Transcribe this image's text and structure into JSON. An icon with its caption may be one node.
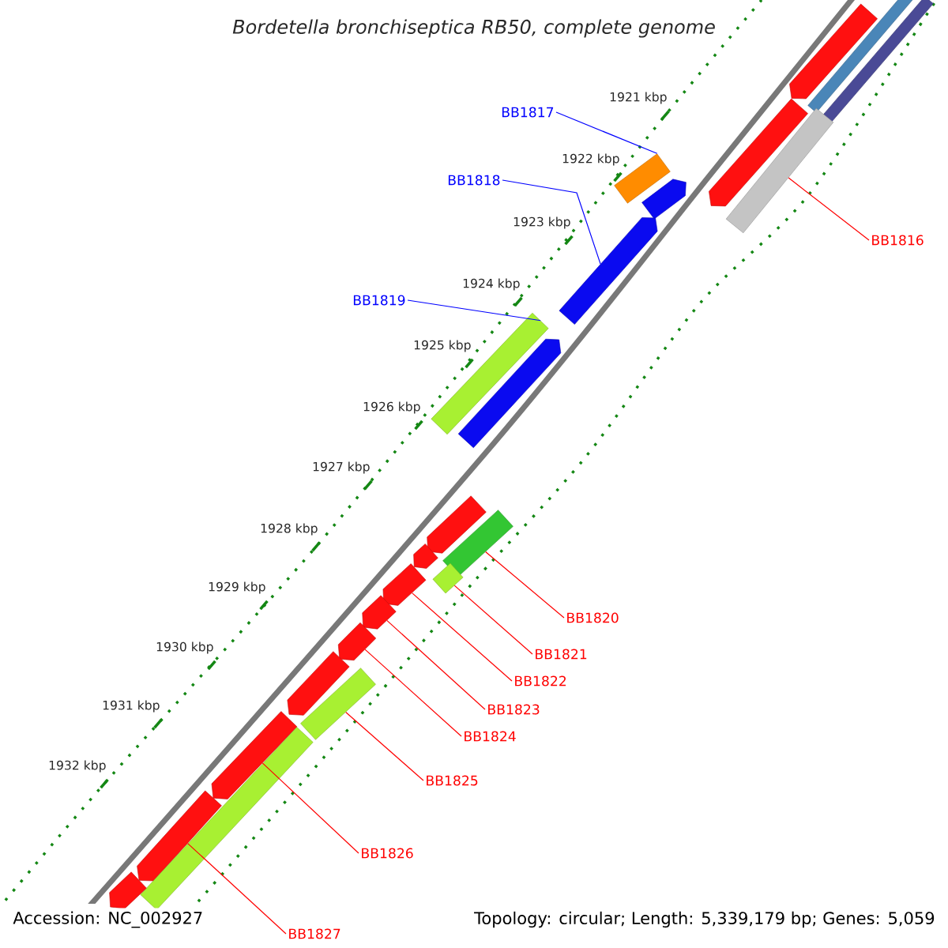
{
  "diagram": {
    "title": "Bordetella bronchiseptica RB50, complete genome",
    "nodes": [
      {
        "text": [
          "BB1816"
        ]
      },
      {
        "text": [
          "BB1817"
        ]
      },
      {
        "text": [
          "BB1818"
        ]
      },
      {
        "text": [
          "BB1819"
        ]
      },
      {
        "text": [
          "BB1820"
        ]
      },
      {
        "text": [
          "BB1821"
        ]
      },
      {
        "text": [
          "BB1822"
        ]
      },
      {
        "text": [
          "BB1823"
        ]
      },
      {
        "text": [
          "BB1824"
        ]
      },
      {
        "text": [
          "BB1825"
        ]
      },
      {
        "text": [
          "BB1826"
        ]
      },
      {
        "text": [
          "BB1827"
        ]
      },
      {
        "text": [],
        "shape": "arrow"
      },
      {
        "text": [],
        "shape": "arrow"
      },
      {
        "text": [],
        "shape": "bar"
      },
      {
        "text": [],
        "shape": "bar"
      },
      {
        "text": [],
        "shape": "bar"
      },
      {
        "text": [],
        "shape": "bar"
      },
      {
        "text": [],
        "shape": "arrow"
      },
      {
        "text": [],
        "shape": "arrow"
      },
      {
        "text": [],
        "shape": "bar"
      },
      {
        "text": [],
        "shape": "arrow"
      },
      {
        "text": [],
        "shape": "arrow"
      },
      {
        "text": [],
        "shape": "bar"
      },
      {
        "text": [],
        "shape": "arrow"
      },
      {
        "text": [],
        "shape": "bar"
      },
      {
        "text": [],
        "shape": "arrow"
      },
      {
        "text": [],
        "shape": "arrow"
      },
      {
        "text": [],
        "shape": "arrow"
      },
      {
        "text": [],
        "shape": "arrow"
      },
      {
        "text": [],
        "shape": "bar"
      },
      {
        "text": [],
        "shape": "arrow"
      },
      {
        "text": [],
        "shape": "arrow"
      },
      {
        "text": [],
        "shape": "bar"
      },
      {
        "text": [],
        "shape": "arrow"
      }
    ],
    "edges": [
      {
        "from": 0,
        "to": 16,
        "arrow": "none"
      },
      {
        "from": 1,
        "to": 17,
        "arrow": "none",
        "color": "#0000ff"
      },
      {
        "from": 2,
        "to": 19,
        "arrow": "none",
        "color": "#0000ff"
      },
      {
        "from": 3,
        "to": 20,
        "arrow": "none",
        "color": "#0000ff"
      },
      {
        "from": 4,
        "to": 23,
        "arrow": "none"
      },
      {
        "from": 5,
        "to": 25,
        "arrow": "none"
      },
      {
        "from": 6,
        "to": 26,
        "arrow": "none"
      },
      {
        "from": 7,
        "to": 27,
        "arrow": "none"
      },
      {
        "from": 8,
        "to": 28,
        "arrow": "none"
      },
      {
        "from": 9,
        "to": 30,
        "arrow": "none"
      },
      {
        "from": 10,
        "to": 31,
        "arrow": "none"
      },
      {
        "from": 11,
        "to": 32,
        "arrow": "none"
      }
    ],
    "labels": [
      "1921 kbp",
      "1922 kbp",
      "1923 kbp",
      "1924 kbp",
      "1925 kbp",
      "1926 kbp",
      "1927 kbp",
      "1928 kbp",
      "1929 kbp",
      "1930 kbp",
      "1931 kbp",
      "1932 kbp",
      "Accession: NC_002927",
      "Topology: circular; Length: 5,339,179 bp; Genes: 5,059"
    ]
  }
}
